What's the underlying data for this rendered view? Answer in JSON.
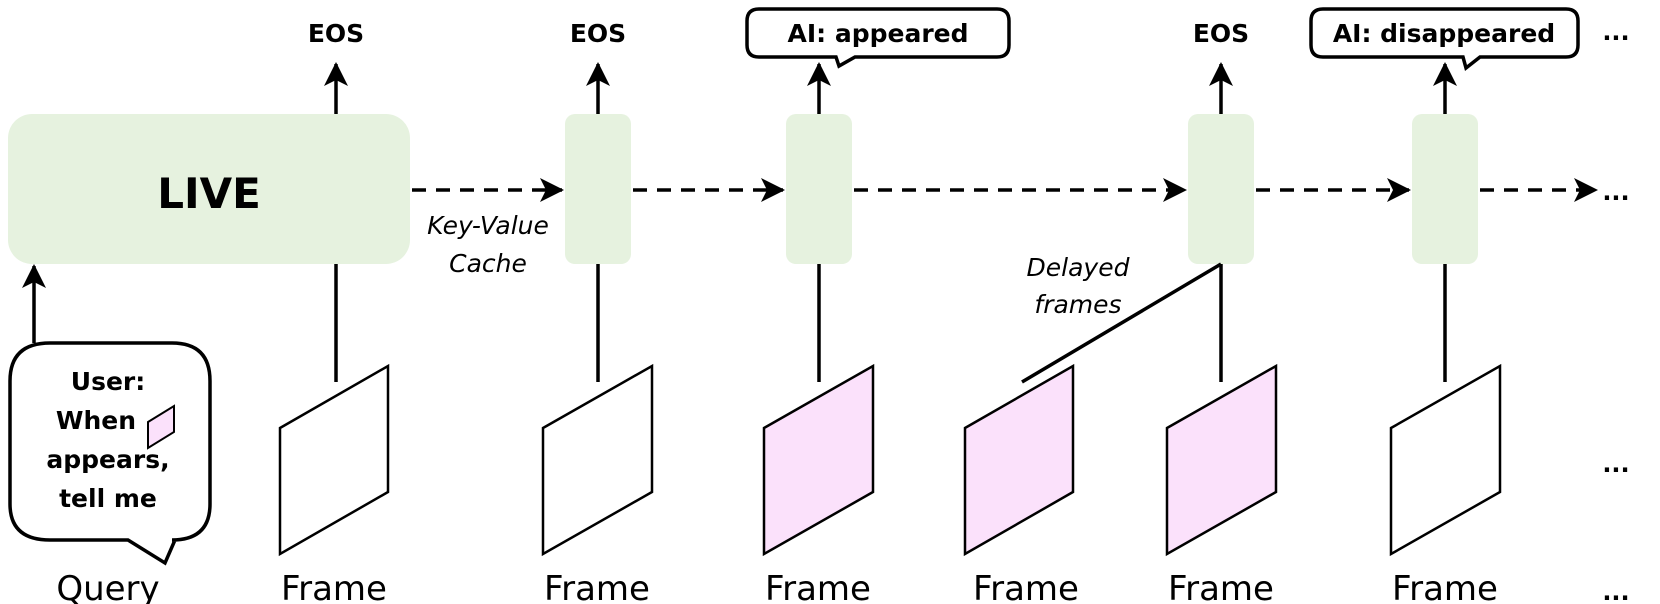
{
  "model": {
    "label": "LIVE"
  },
  "cache": {
    "line1": "Key-Value",
    "line2": "Cache"
  },
  "delayed": {
    "line1": "Delayed",
    "line2": "frames"
  },
  "query": {
    "caption": "Query",
    "bubble_line1": "User:",
    "bubble_line2": "When",
    "bubble_line3": "appears,",
    "bubble_line4": "tell me"
  },
  "outputs": {
    "eos": "EOS",
    "ai_appeared": "AI: appeared",
    "ai_disappeared": "AI: disappeared"
  },
  "frame_caption": "Frame",
  "ellipsis": "...",
  "colors": {
    "block_fill": "#e6f2df",
    "highlight_frame": "#fbe1fb",
    "stroke": "#000000"
  }
}
